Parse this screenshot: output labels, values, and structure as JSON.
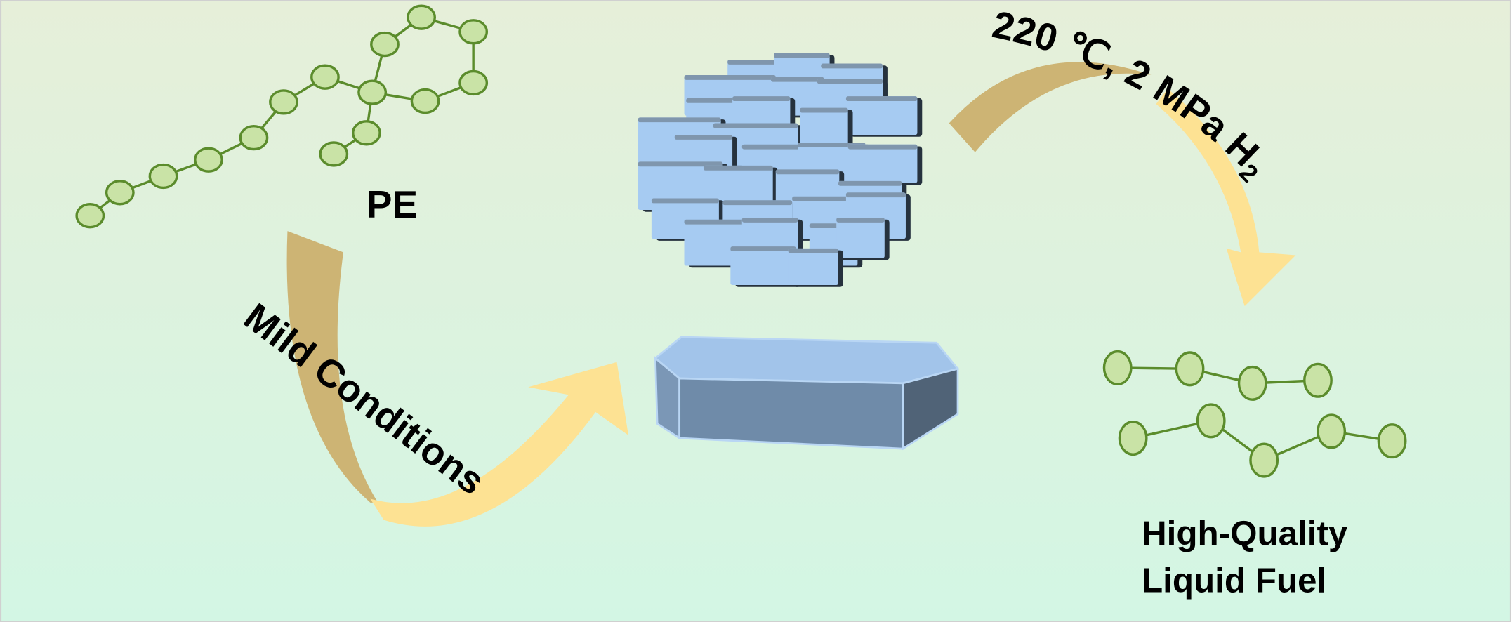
{
  "diagram": {
    "polymer_label": "PE",
    "left_arrow_label": "Mild Conditions",
    "right_arrow_label": {
      "main": "220 ℃,  2 MPa H",
      "subscript": "2"
    },
    "product_label": {
      "line1": "High-Quality",
      "line2": "Liquid Fuel"
    }
  },
  "colors": {
    "bg_top": "#e6efd9",
    "bg_bottom": "#d3f6e4",
    "node_fill": "#c9e3a6",
    "node_stroke": "#5b8c2c",
    "arrow_brown": "#cdb474",
    "arrow_yellow": "#fde293",
    "cube_light": "#a6cbf2",
    "cube_dark": "#26323e",
    "prism_top": "#a2c4ea",
    "prism_front": "#6f8ba9",
    "prism_side": "#506377"
  }
}
